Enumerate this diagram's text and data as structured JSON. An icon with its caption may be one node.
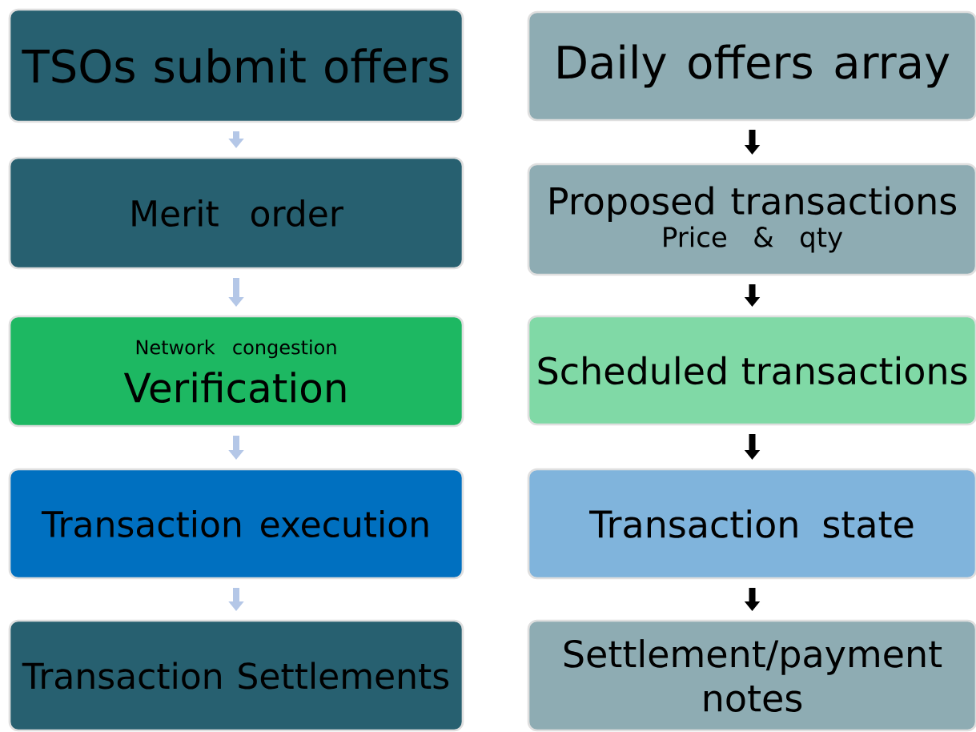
{
  "diagram": {
    "nodes": [
      {
        "text": [
          "TSOs submit offers"
        ]
      },
      {
        "text": [
          "Merit order"
        ]
      },
      {
        "text": [
          "Network congestion",
          "Verification"
        ]
      },
      {
        "text": [
          "Transaction execution"
        ]
      },
      {
        "text": [
          "Transaction Settlements"
        ]
      },
      {
        "text": [
          "Daily offers array"
        ]
      },
      {
        "text": [
          "Proposed transactions",
          "Price  & qty"
        ]
      },
      {
        "text": [
          "Scheduled transactions"
        ]
      },
      {
        "text": [
          "Transaction state"
        ]
      },
      {
        "text": [
          "Settlement/payment notes"
        ]
      }
    ],
    "edges": [
      {
        "from": 0,
        "to": 1,
        "arrow": "to",
        "color": "#b4c7e7"
      },
      {
        "from": 1,
        "to": 2,
        "arrow": "to",
        "color": "#b4c7e7"
      },
      {
        "from": 2,
        "to": 3,
        "arrow": "to",
        "color": "#b4c7e7"
      },
      {
        "from": 3,
        "to": 4,
        "arrow": "to",
        "color": "#b4c7e7"
      },
      {
        "from": 5,
        "to": 6,
        "arrow": "to",
        "color": "#000000"
      },
      {
        "from": 6,
        "to": 7,
        "arrow": "to",
        "color": "#000000"
      },
      {
        "from": 7,
        "to": 8,
        "arrow": "to",
        "color": "#000000"
      },
      {
        "from": 8,
        "to": 9,
        "arrow": "to",
        "color": "#000000"
      }
    ]
  }
}
